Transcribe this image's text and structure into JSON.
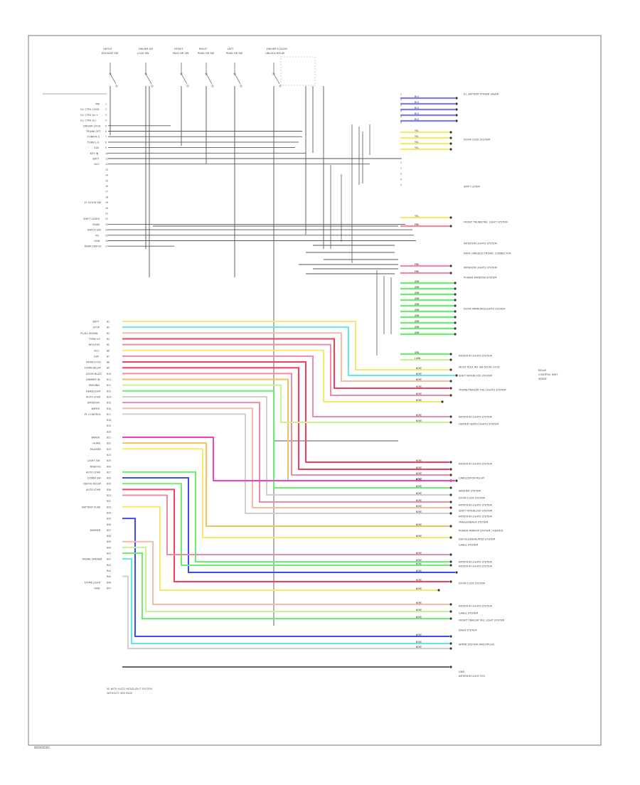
{
  "diagram": {
    "footer": "W0000000",
    "note_lines": [
      "M: WITH AUTO HEADLIGHT SYSTEM",
      "WITHOUT: SEE PAGE"
    ],
    "top_labels": [
      {
        "line1": "HATCH",
        "line2": "RELEASE SW"
      },
      {
        "line1": "DRIVER DR",
        "line2": "LOCK SW"
      },
      {
        "line1": "FRONT",
        "line2": "PASS DR SW"
      },
      {
        "line1": "RIGHT",
        "line2": "REAR DR SW"
      },
      {
        "line1": "LEFT",
        "line2": "REAR DR SW"
      },
      {
        "line1": "DRIVER'S DOOR",
        "line2": "UNLOCK RELAY"
      }
    ],
    "left_upper": [
      "PW",
      "ILL CTRL LOCK",
      "ILL CTRL ILL+",
      "ILL CTRL ILL-",
      "DRIVER LOCK",
      "TRUNK OPT",
      "TURN R-S",
      "TURN L-S",
      "IGN",
      "KEY IN",
      "BATT",
      "ACC",
      "",
      "",
      "",
      "",
      "",
      "",
      "FL DOOR SW",
      "",
      "",
      "SHIFT LEVER",
      "MAIN",
      "HATCH SW",
      "PG",
      "GND",
      "REAR DEFOG"
    ],
    "left_lower": [
      "BATT",
      "STOP",
      "PL/ILL SIGNAL",
      "TURN LH",
      "KEYLESS",
      "ACC",
      "IGN",
      "FRONT FOG",
      "HORN RELAY",
      "DOOR BUZZ",
      "DIMMER IN",
      "PASSING",
      "HEADLIGHT",
      "AUTO LTHR",
      "INTERIOR",
      "WIPER",
      "PL CONTROL",
      "",
      "",
      "",
      "WIPER",
      "HORN",
      "HAZARD",
      "",
      "LIGHT SW",
      "RDEFOG",
      "AUTO LTHR",
      "COMBI SW",
      "DEFOG RELAY",
      "AUTO LTHR",
      "",
      "",
      "BATTERY FUSE",
      "",
      "",
      "",
      "DIMMER",
      "",
      "",
      "",
      "",
      "TRUNK OPENER",
      "",
      "",
      "",
      "DOME LIGHT",
      "GND"
    ],
    "right_labels": [
      {
        "text": "ILL BATTERY POWER SAVER",
        "row": 0
      },
      {
        "text": "DOOR LOCK SYSTEM",
        "row": 1
      },
      {
        "text": "SHIFT LEVER",
        "row": 2
      },
      {
        "text": "FRONT TRUNK/TAIL LIGHT SYSTEM",
        "row": 3
      },
      {
        "text": "INTERIOR LIGHTS SYSTEM",
        "row": 4
      },
      {
        "text": "DATA LINK/ELECTRONIC CONNECTOR",
        "row": 5
      },
      {
        "text": "INTERIOR LIGHTS SYSTEM",
        "row": 6
      },
      {
        "text": "POWER WINDOW SYSTEM",
        "row": 7
      },
      {
        "text": "DOOR MIRRORS/LIGHTS SYSTEM",
        "row": 8
      },
      {
        "text": "INTERIOR LIGHTS SYSTEM",
        "row": 9
      },
      {
        "text": "MULTI PLEX INT SW DOOR LOCK",
        "row": 10
      },
      {
        "text": "SHIFT INTERLOCK SYSTEM",
        "row": 11
      },
      {
        "text": "TRUNK/TRAILER TAIL LIGHTS SYSTEM",
        "row": 12
      },
      {
        "text": "INTERIOR LIGHTS SYSTEM",
        "row": 13
      },
      {
        "text": "HEATED SEATS LIGHTS SYSTEM",
        "row": 14
      },
      {
        "text": "INTERIOR LIGHTS SYSTEM",
        "row": 15
      },
      {
        "text": "CABLE/DOOR RELAY",
        "row": 16
      },
      {
        "text": "WASHER SYSTEM",
        "row": 17
      },
      {
        "text": "DOOR LOCK SYSTEM",
        "row": 18
      },
      {
        "text": "INTERIOR LIGHTS SYSTEM",
        "row": 19
      },
      {
        "text": "SHIFT INTERLOCK SYSTEM",
        "row": 20
      },
      {
        "text": "INTERIOR LIGHTS SYSTEM",
        "row": 21
      },
      {
        "text": "TRAILER/BACK SYSTEM",
        "row": 22
      },
      {
        "text": "POWER MIRROR SYSTEM / HEATED",
        "row": 23
      },
      {
        "text": "DEFOGGER/HEATED SYSTEM",
        "row": 24
      },
      {
        "text": "CABLE SYSTEM",
        "row": 25
      },
      {
        "text": "INTERIOR LIGHTS SYSTEM",
        "row": 26
      },
      {
        "text": "INTERIOR LIGHTS SYSTEM",
        "row": 27
      },
      {
        "text": "DOOR LOCK SYSTEM",
        "row": 28
      },
      {
        "text": "INTERIOR LIGHTS SYSTEM",
        "row": 29
      },
      {
        "text": "CABLE SYSTEM",
        "row": 30
      },
      {
        "text": "FRONT TRAILER TAIL LIGHT SYSTEM",
        "row": 31
      },
      {
        "text": "DASH SYSTEM",
        "row": 32
      },
      {
        "text": "WIPER SYSTEM (MULTIPLEX)",
        "row": 33
      }
    ],
    "bottom_right": {
      "line1": "GND",
      "line2": "INTERIOR LIGHT SYS"
    },
    "right_side_note": {
      "line1": "RELAY",
      "line2": "CONTROL UNIT",
      "line3": "SENSE"
    }
  },
  "colors": {
    "frame": "#777777",
    "wire_gray": "#555555",
    "yellow": "#f4e96a",
    "cyan": "#5fe8f2",
    "red": "#ff3b5b",
    "pink": "#f08aa4",
    "magenta": "#f03ec5",
    "orange": "#f2c25a",
    "green": "#6bf06b",
    "blue": "#3b4df2",
    "violet": "#7e7ef4",
    "peach": "#f6bca0",
    "lime": "#c8f28e",
    "lightgray": "#cfcfcf"
  }
}
